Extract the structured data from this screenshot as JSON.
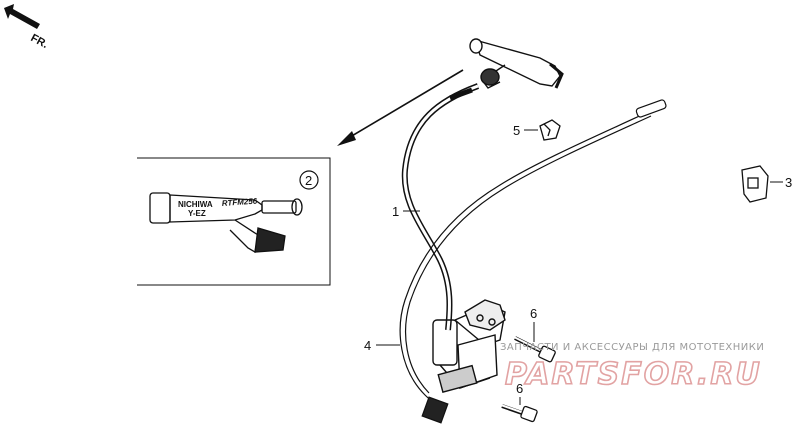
{
  "direction_label": "FR.",
  "callouts": {
    "c1": "1",
    "c2": "2",
    "c3": "3",
    "c4": "4",
    "c5": "5",
    "c6a": "6",
    "c6b": "6"
  },
  "inset": {
    "brand": "NICHIWA",
    "model": "Y-EZ",
    "part_code": "RTFM256"
  },
  "watermark": {
    "tagline": "ЗАПЧАСТИ И АКСЕССУАРЫ ДЛЯ МОТОТЕХНИКИ",
    "logo": "PARTSFOR.RU"
  }
}
